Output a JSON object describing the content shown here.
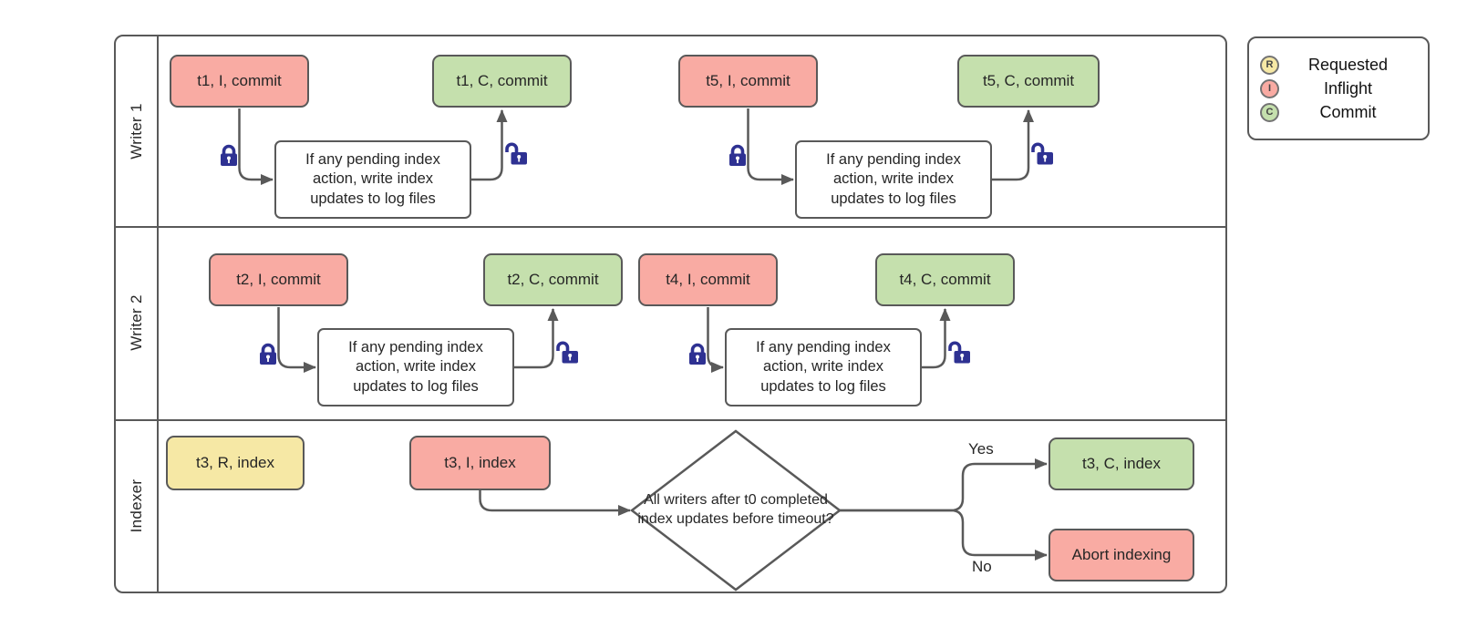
{
  "lanes": [
    {
      "label": "Writer 1"
    },
    {
      "label": "Writer 2"
    },
    {
      "label": "Indexer"
    }
  ],
  "nodes": {
    "t1I": "t1, I, commit",
    "t1C": "t1, C, commit",
    "t5I": "t5, I, commit",
    "t5C": "t5, C, commit",
    "t2I": "t2, I, commit",
    "t2C": "t2, C, commit",
    "t4I": "t4, I, commit",
    "t4C": "t4, C, commit",
    "t3R": "t3, R, index",
    "t3I": "t3, I, index",
    "t3C": "t3, C, index",
    "abort": "Abort indexing",
    "pending": "If any pending index action, write index updates to log files",
    "decision": "All writers after t0 completed index updates before timeout?"
  },
  "edge_labels": {
    "yes": "Yes",
    "no": "No"
  },
  "legend": {
    "items": [
      {
        "letter": "R",
        "label": "Requested"
      },
      {
        "letter": "I",
        "label": "Inflight"
      },
      {
        "letter": "C",
        "label": "Commit"
      }
    ]
  },
  "colors": {
    "requested_fill": "#F6E8A5",
    "inflight_fill": "#F9ABA3",
    "commit_fill": "#C5E0AD",
    "shape_border": "#595959",
    "edge_line": "#595959",
    "lock": "#2E3192",
    "text": "#262626"
  }
}
